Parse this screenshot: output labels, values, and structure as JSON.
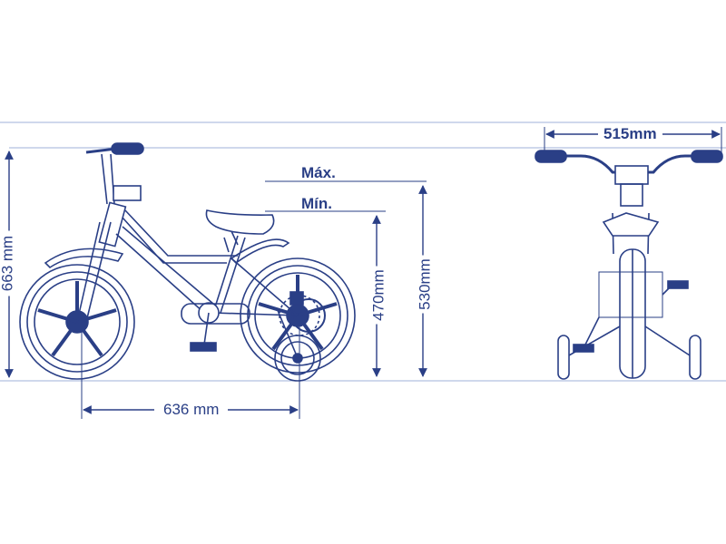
{
  "dimensions": {
    "height_overall": "663 mm",
    "wheelbase": "636 mm",
    "handlebar_width": "515mm",
    "seat_height_min": "470mm",
    "seat_height_max": "530mm"
  },
  "seat_positions": {
    "max_label": "Máx.",
    "min_label": "Mín."
  },
  "colors": {
    "line": "#2a3f86",
    "light_line": "#7f95c9",
    "fill_dark": "#2a3f86",
    "background": "#ffffff"
  }
}
